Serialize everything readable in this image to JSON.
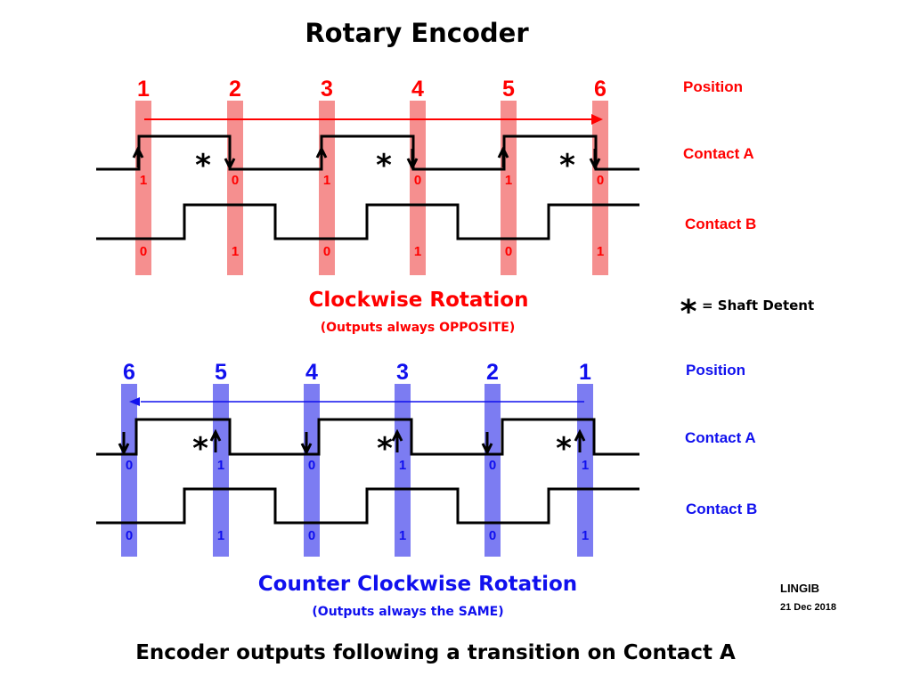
{
  "title": "Rotary Encoder",
  "caption": "Encoder outputs following a transition on Contact A",
  "legend": {
    "symbol": "*",
    "text": "= Shaft Detent"
  },
  "credit": {
    "author": "LINGIB",
    "date": "21 Dec 2018"
  },
  "colors": {
    "cw": "#ff0000",
    "cw_band": "#f58f8f",
    "ccw": "#1010ee",
    "ccw_band": "#7c7cf2",
    "signal": "#000000"
  },
  "clockwise": {
    "title": "Clockwise Rotation",
    "subtitle": "(Outputs always OPPOSITE)",
    "position_label": "Position",
    "contact_a_label": "Contact A",
    "contact_b_label": "Contact B",
    "positions": [
      "1",
      "2",
      "3",
      "4",
      "5",
      "6"
    ],
    "a_values": [
      "1",
      "0",
      "1",
      "0",
      "1",
      "0"
    ],
    "b_values": [
      "0",
      "1",
      "0",
      "1",
      "0",
      "1"
    ],
    "a_edges": [
      "up",
      "down",
      "up",
      "down",
      "up",
      "down"
    ]
  },
  "counter_clockwise": {
    "title": "Counter Clockwise Rotation",
    "subtitle": "(Outputs always the SAME)",
    "position_label": "Position",
    "contact_a_label": "Contact A",
    "contact_b_label": "Contact B",
    "positions": [
      "6",
      "5",
      "4",
      "3",
      "2",
      "1"
    ],
    "a_values": [
      "0",
      "1",
      "0",
      "1",
      "0",
      "1"
    ],
    "b_values": [
      "0",
      "1",
      "0",
      "1",
      "0",
      "1"
    ],
    "a_edges": [
      "down",
      "up",
      "down",
      "up",
      "down",
      "up"
    ]
  }
}
